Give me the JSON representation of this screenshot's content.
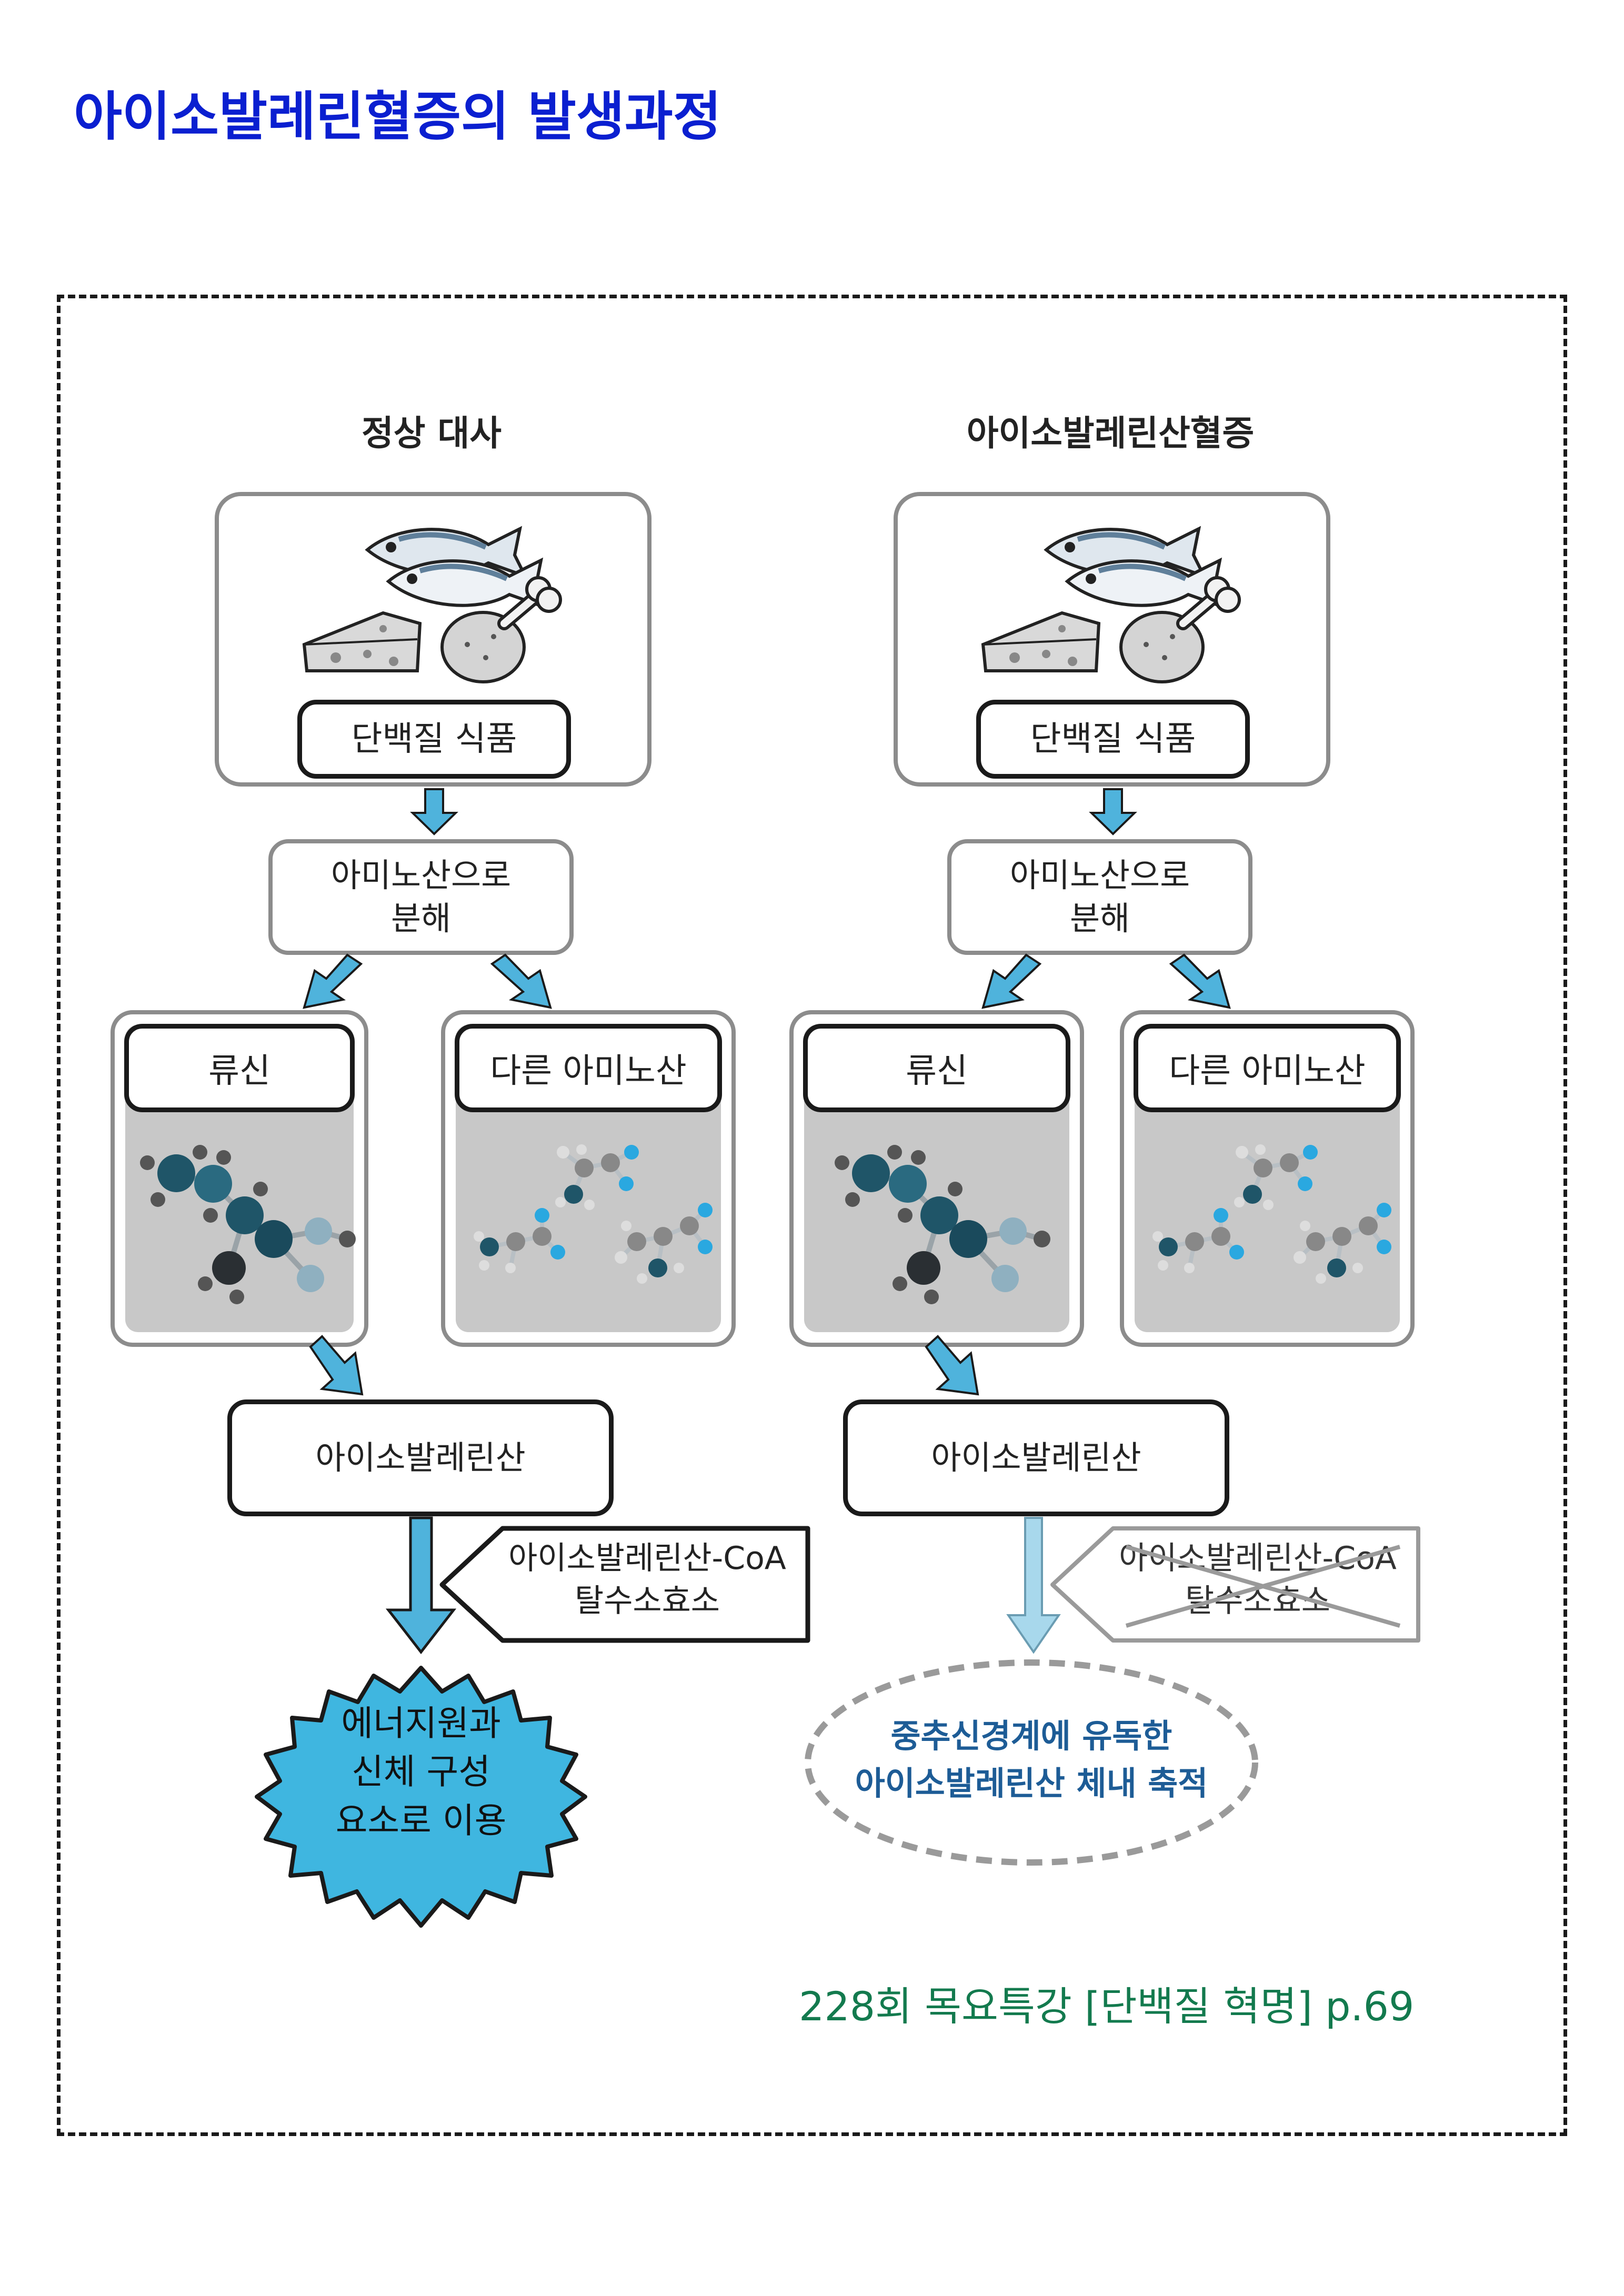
{
  "title": "아이소발레린혈증의 발생과정",
  "citation": "228회 목요특강 [단백질 혁명] p.69",
  "left": {
    "column_title": "정상 대사",
    "food_label": "단백질 식품",
    "breakdown": [
      "아미노산으로",
      "분해"
    ],
    "leucine": "류신",
    "other_amino": "다른 아미노산",
    "product": "아이소발레린산",
    "enzyme": [
      "아이소발레린산-CoA",
      "탈수소효소"
    ],
    "outcome": [
      "에너지원과",
      "신체 구성",
      "요소로 이용"
    ]
  },
  "right": {
    "column_title": "아이소발레린산혈증",
    "food_label": "단백질 식품",
    "breakdown": [
      "아미노산으로",
      "분해"
    ],
    "leucine": "류신",
    "other_amino": "다른 아미노산",
    "product": "아이소발레린산",
    "enzyme": [
      "아이소발레린산-CoA",
      "탈수소효소"
    ],
    "outcome": [
      "중추신경계에 유독한",
      "아이소발레린산 체내 축적"
    ]
  },
  "colors": {
    "title": "#0a1fd0",
    "citation": "#137a4e",
    "arrow": "#4fb3dc",
    "arrow_faded": "#a8d8ec",
    "energy_burst": "#3fb6e0",
    "accumulation_text": "#1d5c96",
    "molecule_dark": "#1f5568",
    "molecule_cyan": "#2aa8e0"
  },
  "icons": [
    "fish-icon",
    "cheese-icon",
    "chicken-leg-icon",
    "leucine-molecule-icon",
    "amino-acid-molecule-icon",
    "cross-out-icon"
  ]
}
